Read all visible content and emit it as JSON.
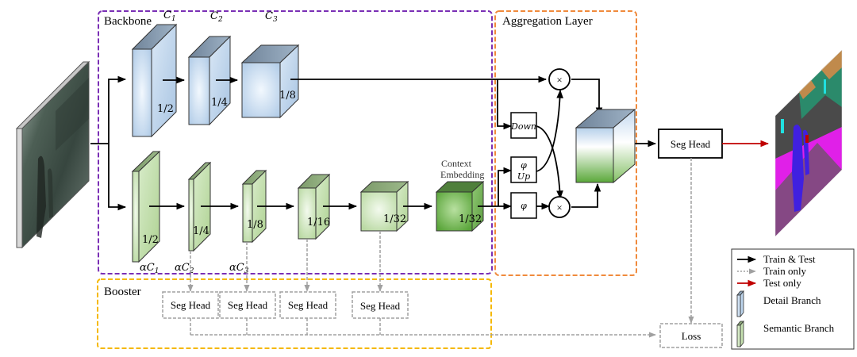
{
  "colors": {
    "backbone_border": "#7a2fb5",
    "aggregation_border": "#f08a3c",
    "booster_border": "#f5b800",
    "train_only": "#a0a0a0",
    "test_only": "#c00000",
    "train_test": "#000000",
    "detail_branch": "#bcd4ec",
    "semantic_branch": "#c5e0b0",
    "context_embedding": "#6fb34a"
  },
  "regions": {
    "backbone": "Backbone",
    "aggregation": "Aggregation Layer",
    "booster": "Booster"
  },
  "detail_branch": {
    "channel_labels": [
      "C",
      "C",
      "C"
    ],
    "channel_subs": [
      "1",
      "2",
      "3"
    ],
    "stages": [
      "1/2",
      "1/4",
      "1/8"
    ]
  },
  "semantic_branch": {
    "channel_prefix": "αC",
    "channel_subs": [
      "1",
      "2",
      "3"
    ],
    "stages": [
      "1/2",
      "1/4",
      "1/8",
      "1/16",
      "1/32"
    ],
    "context_embedding_label": [
      "Context",
      "Embedding"
    ],
    "context_embedding_stage": "1/32"
  },
  "aggregation": {
    "down_label": "Down",
    "phi_up_label": [
      "φ",
      "Up"
    ],
    "phi_label": "φ",
    "multiply_symbol": "×"
  },
  "seg_head": "Seg Head",
  "booster_heads": [
    "Seg Head",
    "Seg Head",
    "Seg Head",
    "Seg Head"
  ],
  "loss": "Loss",
  "legend": {
    "items": [
      {
        "type": "arrow",
        "label": "Train & Test"
      },
      {
        "type": "dotted-arrow",
        "label": "Train only"
      },
      {
        "type": "red-arrow",
        "label": "Test only"
      },
      {
        "type": "detail-block",
        "label": "Detail Branch"
      },
      {
        "type": "semantic-block",
        "label": "Semantic Branch"
      }
    ]
  }
}
